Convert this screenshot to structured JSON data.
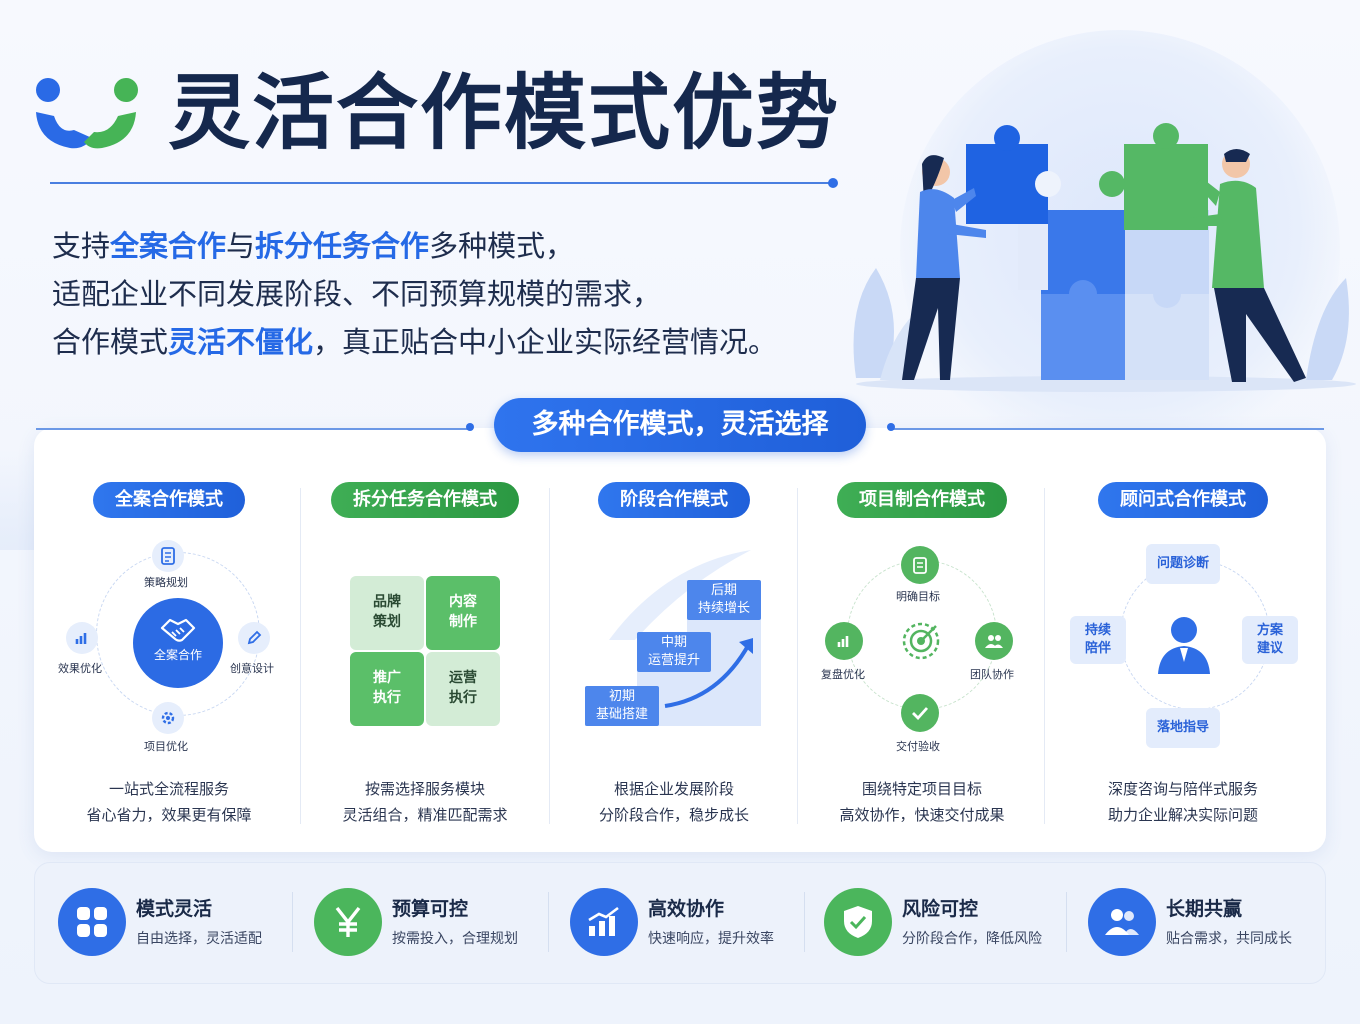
{
  "header": {
    "title": "灵活合作模式优势",
    "intro": {
      "line1": {
        "pre": "支持",
        "hl1": "全案合作",
        "mid": "与",
        "hl2": "拆分任务合作",
        "post": "多种模式，"
      },
      "line2": "适配企业不同发展阶段、不同预算规模的需求，",
      "line3": {
        "pre": "合作模式",
        "hl": "灵活不僵化",
        "post": "，真正贴合中小企业实际经营情况。"
      }
    }
  },
  "section": {
    "title": "多种合作模式，灵活选择"
  },
  "modes": [
    {
      "name": "全案合作模式",
      "center": "全案合作",
      "nodes": [
        "策略规划",
        "创意设计",
        "项目优化",
        "效果优化"
      ],
      "desc": [
        "一站式全流程服务",
        "省心省力，效果更有保障"
      ]
    },
    {
      "name": "拆分任务合作模式",
      "pieces": [
        "品牌\n策划",
        "内容\n制作",
        "推广\n执行",
        "运营\n执行"
      ],
      "desc": [
        "按需选择服务模块",
        "灵活组合，精准匹配需求"
      ]
    },
    {
      "name": "阶段合作模式",
      "stages": [
        {
          "phase": "初期",
          "task": "基础搭建"
        },
        {
          "phase": "中期",
          "task": "运营提升"
        },
        {
          "phase": "后期",
          "task": "持续增长"
        }
      ],
      "desc": [
        "根据企业发展阶段",
        "分阶段合作，稳步成长"
      ]
    },
    {
      "name": "项目制合作模式",
      "nodes": [
        "明确目标",
        "团队协作",
        "交付验收",
        "复盘优化"
      ],
      "desc": [
        "围绕特定项目目标",
        "高效协作，快速交付成果"
      ]
    },
    {
      "name": "顾问式合作模式",
      "nodes": [
        "问题诊断",
        "方案\n建议",
        "落地指导",
        "持续\n陪伴"
      ],
      "desc": [
        "深度咨询与陪伴式服务",
        "助力企业解决实际问题"
      ]
    }
  ],
  "features": [
    {
      "title": "模式灵活",
      "desc": "自由选择，灵活适配",
      "icon": "grid-icon",
      "color": "#2f6ee6"
    },
    {
      "title": "预算可控",
      "desc": "按需投入，合理规划",
      "icon": "yen-icon",
      "color": "#4bb65c"
    },
    {
      "title": "高效协作",
      "desc": "快速响应，提升效率",
      "icon": "chart-up-icon",
      "color": "#2f6ee6"
    },
    {
      "title": "风险可控",
      "desc": "分阶段合作，降低风险",
      "icon": "shield-check-icon",
      "color": "#4bb65c"
    },
    {
      "title": "长期共赢",
      "desc": "贴合需求，共同成长",
      "icon": "users-icon",
      "color": "#2f6ee6"
    }
  ],
  "colors": {
    "primary": "#2f6ee6",
    "green": "#4bb65c",
    "dark": "#15284d"
  }
}
